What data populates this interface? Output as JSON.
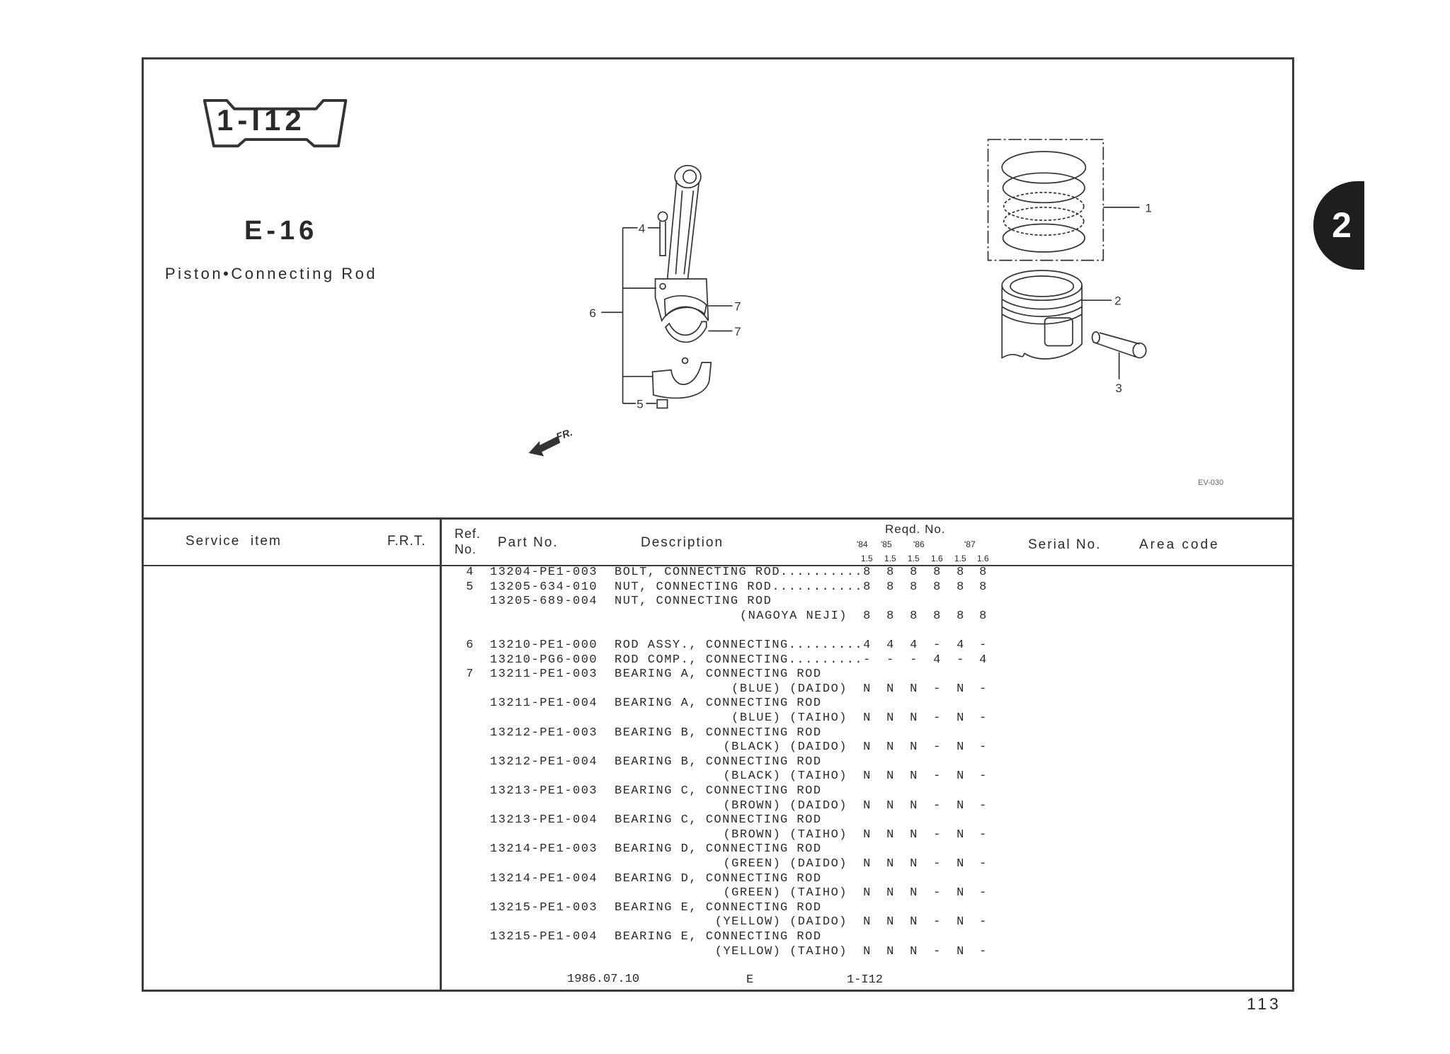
{
  "badge": "1-I12",
  "section_code": "E-16",
  "section_title": "Piston•Connecting Rod",
  "chapter_tab": "2",
  "diagram": {
    "callouts": [
      "1",
      "2",
      "3",
      "4",
      "5",
      "6",
      "7",
      "7"
    ],
    "front_arrow": "FR.",
    "figure_code": "EV-030"
  },
  "table_header": {
    "service_item": "Service  item",
    "frt": "F.R.T.",
    "ref_no_1": "Ref.",
    "ref_no_2": "No.",
    "part_no": "Part No.",
    "description": "Description",
    "reqd_no": "Reqd. No.",
    "years": [
      "'84",
      "'85",
      "'86",
      "'87"
    ],
    "sub_columns": [
      "1.5",
      "1.5",
      "1.5",
      "1.6",
      "1.5",
      "1.6"
    ],
    "serial_no": "Serial No.",
    "area_code": "Area code"
  },
  "rows": [
    {
      "ref": "4",
      "part": "13204-PE1-003",
      "desc": "BOLT, CONNECTING ROD..........",
      "note": "",
      "qty": [
        "8",
        "8",
        "8",
        "8",
        "8",
        "8"
      ]
    },
    {
      "ref": "5",
      "part": "13205-634-010",
      "desc": "NUT, CONNECTING ROD...........",
      "note": "",
      "qty": [
        "8",
        "8",
        "8",
        "8",
        "8",
        "8"
      ]
    },
    {
      "ref": "",
      "part": "13205-689-004",
      "desc": "NUT, CONNECTING ROD",
      "note": "",
      "qty": [
        "",
        "",
        "",
        "",
        "",
        ""
      ]
    },
    {
      "ref": "",
      "part": "",
      "desc": "",
      "note": "(NAGOYA NEJI)",
      "qty": [
        "8",
        "8",
        "8",
        "8",
        "8",
        "8"
      ]
    },
    {
      "ref": "",
      "part": "",
      "desc": "",
      "note": "",
      "qty": [
        "",
        "",
        "",
        "",
        "",
        ""
      ]
    },
    {
      "ref": "6",
      "part": "13210-PE1-000",
      "desc": "ROD ASSY., CONNECTING.........",
      "note": "",
      "qty": [
        "4",
        "4",
        "4",
        "-",
        "4",
        "-"
      ]
    },
    {
      "ref": "",
      "part": "13210-PG6-000",
      "desc": "ROD COMP., CONNECTING.........",
      "note": "",
      "qty": [
        "-",
        "-",
        "-",
        "4",
        "-",
        "4"
      ]
    },
    {
      "ref": "7",
      "part": "13211-PE1-003",
      "desc": "BEARING A, CONNECTING ROD",
      "note": "",
      "qty": [
        "",
        "",
        "",
        "",
        "",
        ""
      ]
    },
    {
      "ref": "",
      "part": "",
      "desc": "",
      "note": "(BLUE) (DAIDO)",
      "qty": [
        "N",
        "N",
        "N",
        "-",
        "N",
        "-"
      ]
    },
    {
      "ref": "",
      "part": "13211-PE1-004",
      "desc": "BEARING A, CONNECTING ROD",
      "note": "",
      "qty": [
        "",
        "",
        "",
        "",
        "",
        ""
      ]
    },
    {
      "ref": "",
      "part": "",
      "desc": "",
      "note": "(BLUE) (TAIHO)",
      "qty": [
        "N",
        "N",
        "N",
        "-",
        "N",
        "-"
      ]
    },
    {
      "ref": "",
      "part": "13212-PE1-003",
      "desc": "BEARING B, CONNECTING ROD",
      "note": "",
      "qty": [
        "",
        "",
        "",
        "",
        "",
        ""
      ]
    },
    {
      "ref": "",
      "part": "",
      "desc": "",
      "note": "(BLACK) (DAIDO)",
      "qty": [
        "N",
        "N",
        "N",
        "-",
        "N",
        "-"
      ]
    },
    {
      "ref": "",
      "part": "13212-PE1-004",
      "desc": "BEARING B, CONNECTING ROD",
      "note": "",
      "qty": [
        "",
        "",
        "",
        "",
        "",
        ""
      ]
    },
    {
      "ref": "",
      "part": "",
      "desc": "",
      "note": "(BLACK) (TAIHO)",
      "qty": [
        "N",
        "N",
        "N",
        "-",
        "N",
        "-"
      ]
    },
    {
      "ref": "",
      "part": "13213-PE1-003",
      "desc": "BEARING C, CONNECTING ROD",
      "note": "",
      "qty": [
        "",
        "",
        "",
        "",
        "",
        ""
      ]
    },
    {
      "ref": "",
      "part": "",
      "desc": "",
      "note": "(BROWN) (DAIDO)",
      "qty": [
        "N",
        "N",
        "N",
        "-",
        "N",
        "-"
      ]
    },
    {
      "ref": "",
      "part": "13213-PE1-004",
      "desc": "BEARING C, CONNECTING ROD",
      "note": "",
      "qty": [
        "",
        "",
        "",
        "",
        "",
        ""
      ]
    },
    {
      "ref": "",
      "part": "",
      "desc": "",
      "note": "(BROWN) (TAIHO)",
      "qty": [
        "N",
        "N",
        "N",
        "-",
        "N",
        "-"
      ]
    },
    {
      "ref": "",
      "part": "13214-PE1-003",
      "desc": "BEARING D, CONNECTING ROD",
      "note": "",
      "qty": [
        "",
        "",
        "",
        "",
        "",
        ""
      ]
    },
    {
      "ref": "",
      "part": "",
      "desc": "",
      "note": "(GREEN) (DAIDO)",
      "qty": [
        "N",
        "N",
        "N",
        "-",
        "N",
        "-"
      ]
    },
    {
      "ref": "",
      "part": "13214-PE1-004",
      "desc": "BEARING D, CONNECTING ROD",
      "note": "",
      "qty": [
        "",
        "",
        "",
        "",
        "",
        ""
      ]
    },
    {
      "ref": "",
      "part": "",
      "desc": "",
      "note": "(GREEN) (TAIHO)",
      "qty": [
        "N",
        "N",
        "N",
        "-",
        "N",
        "-"
      ]
    },
    {
      "ref": "",
      "part": "13215-PE1-003",
      "desc": "BEARING E, CONNECTING ROD",
      "note": "",
      "qty": [
        "",
        "",
        "",
        "",
        "",
        ""
      ]
    },
    {
      "ref": "",
      "part": "",
      "desc": "",
      "note": "(YELLOW) (DAIDO)",
      "qty": [
        "N",
        "N",
        "N",
        "-",
        "N",
        "-"
      ]
    },
    {
      "ref": "",
      "part": "13215-PE1-004",
      "desc": "BEARING E, CONNECTING ROD",
      "note": "",
      "qty": [
        "",
        "",
        "",
        "",
        "",
        ""
      ]
    },
    {
      "ref": "",
      "part": "",
      "desc": "",
      "note": "(YELLOW) (TAIHO)",
      "qty": [
        "N",
        "N",
        "N",
        "-",
        "N",
        "-"
      ]
    }
  ],
  "footer": {
    "date": "1986.07.10",
    "code": "E",
    "ref": "1-I12"
  },
  "page_number": "113"
}
